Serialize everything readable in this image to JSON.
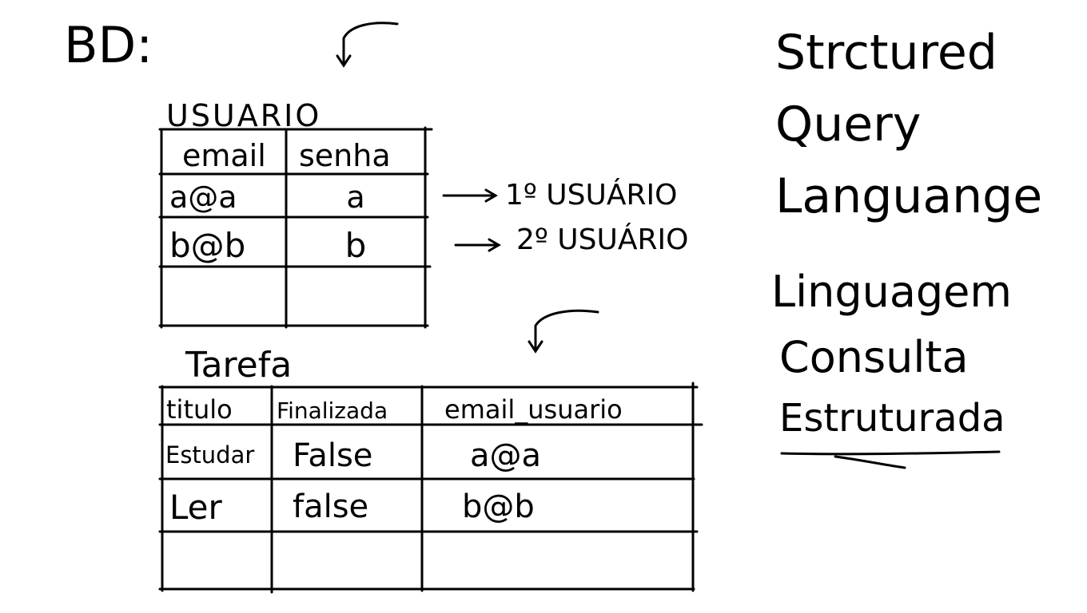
{
  "heading": "BD:",
  "usuario_table": {
    "name": "USUARIO",
    "headers": [
      "email",
      "senha"
    ],
    "rows": [
      [
        "a@a",
        "a"
      ],
      [
        "b@b",
        "b"
      ],
      [
        "",
        ""
      ]
    ]
  },
  "row_annotations": [
    "1º USUÁRIO",
    "2º USUÁRIO"
  ],
  "tarefa_table": {
    "name": "Tarefa",
    "headers": [
      "titulo",
      "Finalizada",
      "email_usuario"
    ],
    "rows": [
      [
        "Estudar",
        "False",
        "a@a"
      ],
      [
        "Ler",
        "false",
        "b@b"
      ],
      [
        "",
        "",
        ""
      ]
    ]
  },
  "sql_words": [
    "Strctured",
    "Query",
    "Languange"
  ],
  "pt_words": [
    "Linguagem",
    "Consulta",
    "Estruturada"
  ]
}
